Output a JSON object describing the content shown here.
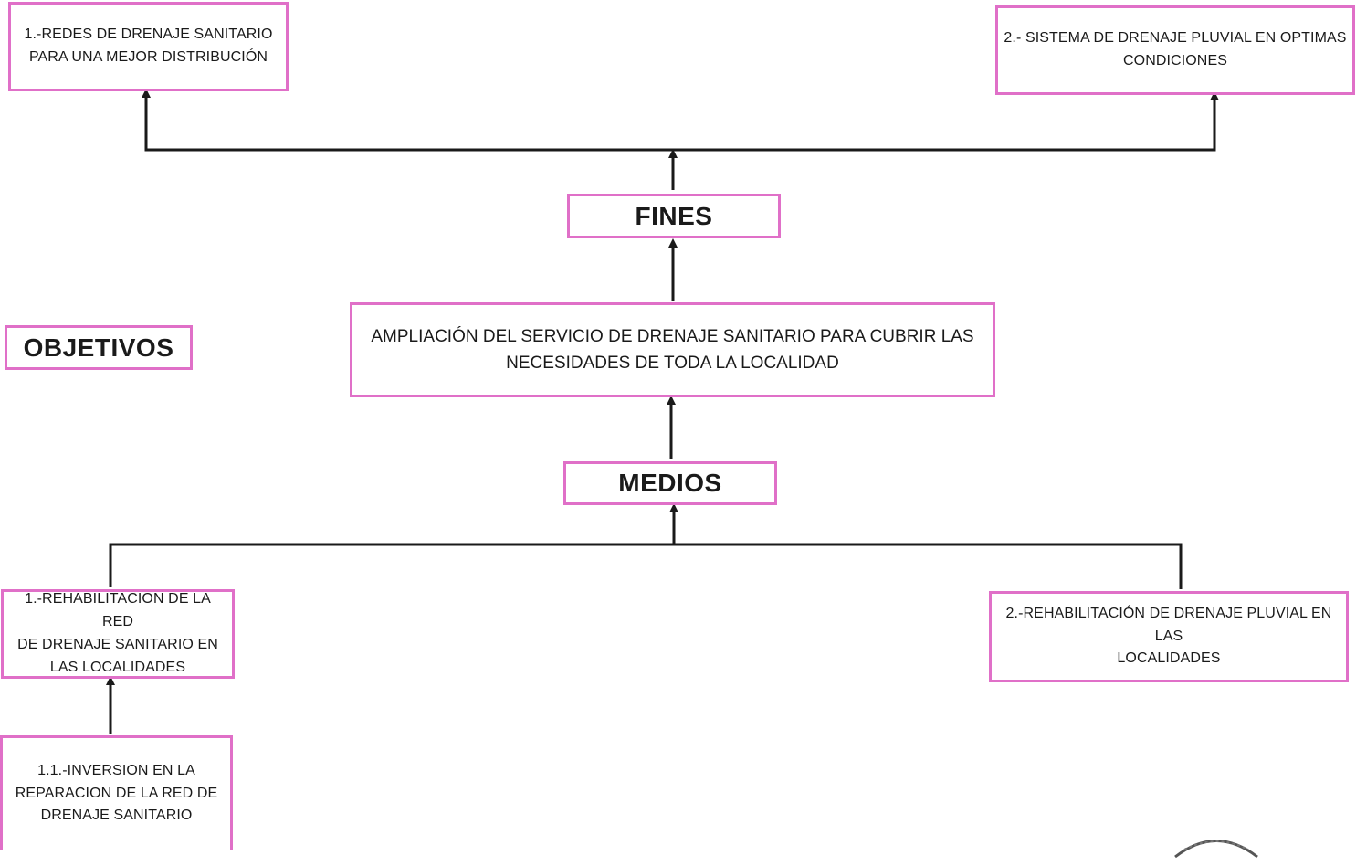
{
  "colors": {
    "box_border": "#e070c8",
    "connector": "#1a1a1a"
  },
  "fines": {
    "title": "FINES",
    "fin_1": "1.-REDES DE DRENAJE SANITARIO\nPARA UNA MEJOR DISTRIBUCIÓN",
    "fin_2": "2.-  SISTEMA DE DRENAJE PLUVIAL  EN OPTIMAS\nCONDICIONES"
  },
  "objetivos": {
    "title": "OBJETIVOS",
    "central": "AMPLIACIÓN DEL SERVICIO DE DRENAJE SANITARIO PARA CUBRIR LAS\nNECESIDADES DE TODA LA LOCALIDAD"
  },
  "medios": {
    "title": "MEDIOS",
    "medio_1": "1.-REHABILITACION DE LA RED\nDE DRENAJE SANITARIO  EN\nLAS LOCALIDADES",
    "medio_1_1": "1.1.-INVERSION EN LA\nREPARACION DE LA RED DE\nDRENAJE SANITARIO",
    "medio_2": "2.-REHABILITACIÓN DE DRENAJE PLUVIAL EN LAS\nLOCALIDADES"
  }
}
